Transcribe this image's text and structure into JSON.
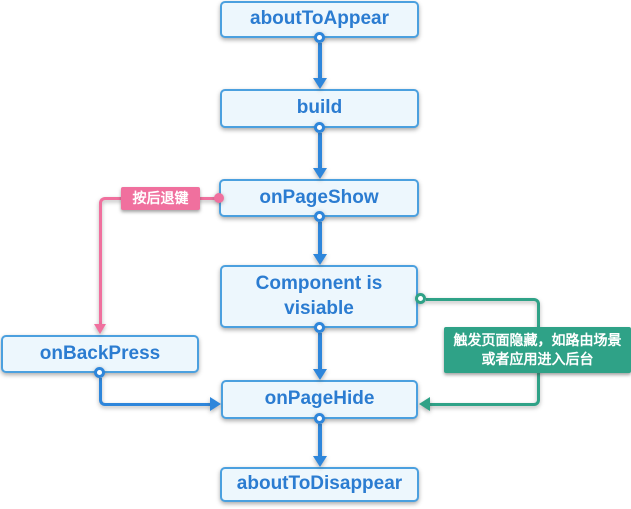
{
  "nodes": [
    {
      "id": "aboutToAppear",
      "label": "aboutToAppear"
    },
    {
      "id": "build",
      "label": "build"
    },
    {
      "id": "onPageShow",
      "label": "onPageShow"
    },
    {
      "id": "componentVisible",
      "label": "Component is visiable"
    },
    {
      "id": "onBackPress",
      "label": "onBackPress"
    },
    {
      "id": "onPageHide",
      "label": "onPageHide"
    },
    {
      "id": "aboutToDisappear",
      "label": "aboutToDisappear"
    }
  ],
  "edge_labels": {
    "back_key": "按后退键",
    "page_hide_line1": "触发页面隐藏，如路由场景",
    "page_hide_line2": "或者应用进入后台"
  },
  "colors": {
    "node_border": "#4BA0DF",
    "node_fill": "#EDF7FD",
    "node_text": "#2B7CD1",
    "flow_arrow": "#2E86DB",
    "back_edge": "#F0709E",
    "hide_edge": "#2FA287",
    "label_text": "#FFFFFF"
  }
}
